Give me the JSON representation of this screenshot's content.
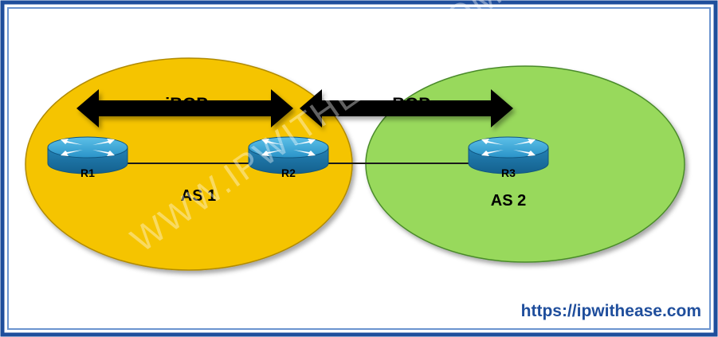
{
  "colors": {
    "frame_outer": "#1f4e9c",
    "frame_inner": "#6a93cf",
    "as1_fill": "#f5c400",
    "as2_fill": "#98d95b",
    "router_top": "#3aa4d3",
    "router_side": "#1f77a8",
    "url": "#1f4e9c"
  },
  "diagram": {
    "routers": [
      {
        "id": "r1",
        "label": "R1",
        "icon": "router-icon"
      },
      {
        "id": "r2",
        "label": "R2",
        "icon": "router-icon"
      },
      {
        "id": "r3",
        "label": "R3",
        "icon": "router-icon"
      }
    ],
    "as_regions": [
      {
        "id": "as1",
        "label": "AS 1"
      },
      {
        "id": "as2",
        "label": "AS 2"
      }
    ],
    "sessions": [
      {
        "id": "ibgp",
        "label": "iBGP"
      },
      {
        "id": "ebgp",
        "label": "eBGP"
      }
    ],
    "watermark": "WWW.IPWITHEASE.COM",
    "website_url": "https://ipwithease.com"
  }
}
